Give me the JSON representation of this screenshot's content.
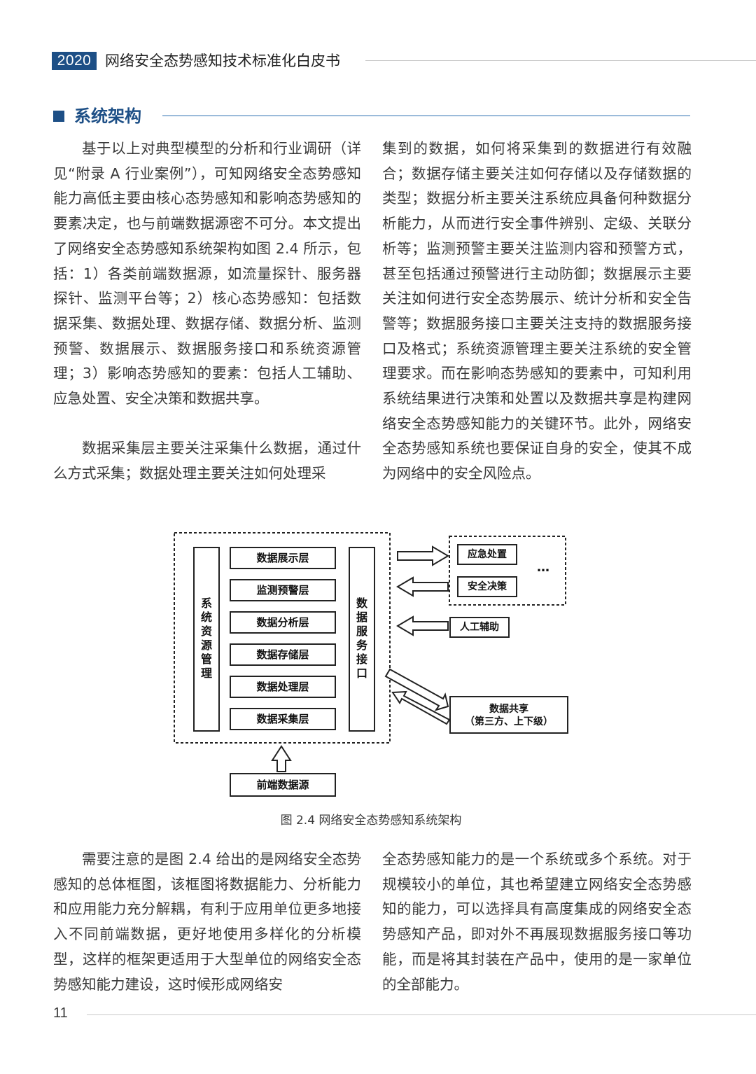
{
  "header": {
    "year": "2020",
    "title": "网络安全态势感知技术标准化白皮书"
  },
  "section": {
    "title": "系统架构"
  },
  "paragraphs_top": {
    "p1": "基于以上对典型模型的分析和行业调研（详见“附录 A 行业案例”），可知网络安全态势感知能力高低主要由核心态势感知和影响态势感知的要素决定，也与前端数据源密不可分。本文提出了网络安全态势感知系统架构如图 2.4 所示，包括：1）各类前端数据源，如流量探针、服务器探针、监测平台等；2）核心态势感知：包括数据采集、数据处理、数据存储、数据分析、监测预警、数据展示、数据服务接口和系统资源管理；3）影响态势感知的要素：包括人工辅助、应急处置、安全决策和数据共享。",
    "p2_start": "数据采集层主要关注采集什么数据，通过什么方式采集；数据处理主要关注如何处理采",
    "p2_cont": "集到的数据，如何将采集到的数据进行有效融合；数据存储主要关注如何存储以及存储数据的类型；数据分析主要关注系统应具备何种数据分析能力，从而进行安全事件辨别、定级、关联分析等；监测预警主要关注监测内容和预警方式，甚至包括通过预警进行主动防御；数据展示主要关注如何进行安全态势展示、统计分析和安全告警等；数据服务接口主要关注支持的数据服务接口及格式；系统资源管理主要关注系统的安全管理要求。而在影响态势感知的要素中，可知利用系统结果进行决策和处置以及数据共享是构建网络安全态势感知能力的关键环节。此外，网络安全态势感知系统也要保证自身的安全，使其不成为网络中的安全风险点。"
  },
  "diagram": {
    "left_column": "系统资源管理",
    "layers": [
      "数据展示层",
      "监测预警层",
      "数据分析层",
      "数据存储层",
      "数据处理层",
      "数据采集层"
    ],
    "right_column": "数据服务接口",
    "external": {
      "emergency": "应急处置",
      "decision": "安全决策",
      "ellipsis": "…",
      "manual": "人工辅助",
      "sharing_line1": "数据共享",
      "sharing_line2": "（第三方、上下级）"
    },
    "source": "前端数据源",
    "caption": "图 2.4 网络安全态势感知系统架构"
  },
  "paragraphs_bottom": {
    "p3_start": "需要注意的是图 2.4 给出的是网络安全态势感知的总体框图，该框图将数据能力、分析能力和应用能力充分解耦，有利于应用单位更多地接入不同前端数据，更好地使用多样化的分析模型，这样的框架更适用于大型单位的网络安全态势感知能力建设，这时候形成网络安",
    "p3_cont": "全态势感知能力的是一个系统或多个系统。对于规模较小的单位，其也希望建立网络安全态势感知的能力，可以选择具有高度集成的网络安全态势感知产品，即对外不再展现数据服务接口等功能，而是将其封装在产品中，使用的是一家单位的全部能力。"
  },
  "footer": {
    "page_number": "11"
  },
  "colors": {
    "brand_blue": "#1d4f86",
    "rule_blue": "#2a6fb0",
    "text_gray": "#3a3a3a"
  }
}
